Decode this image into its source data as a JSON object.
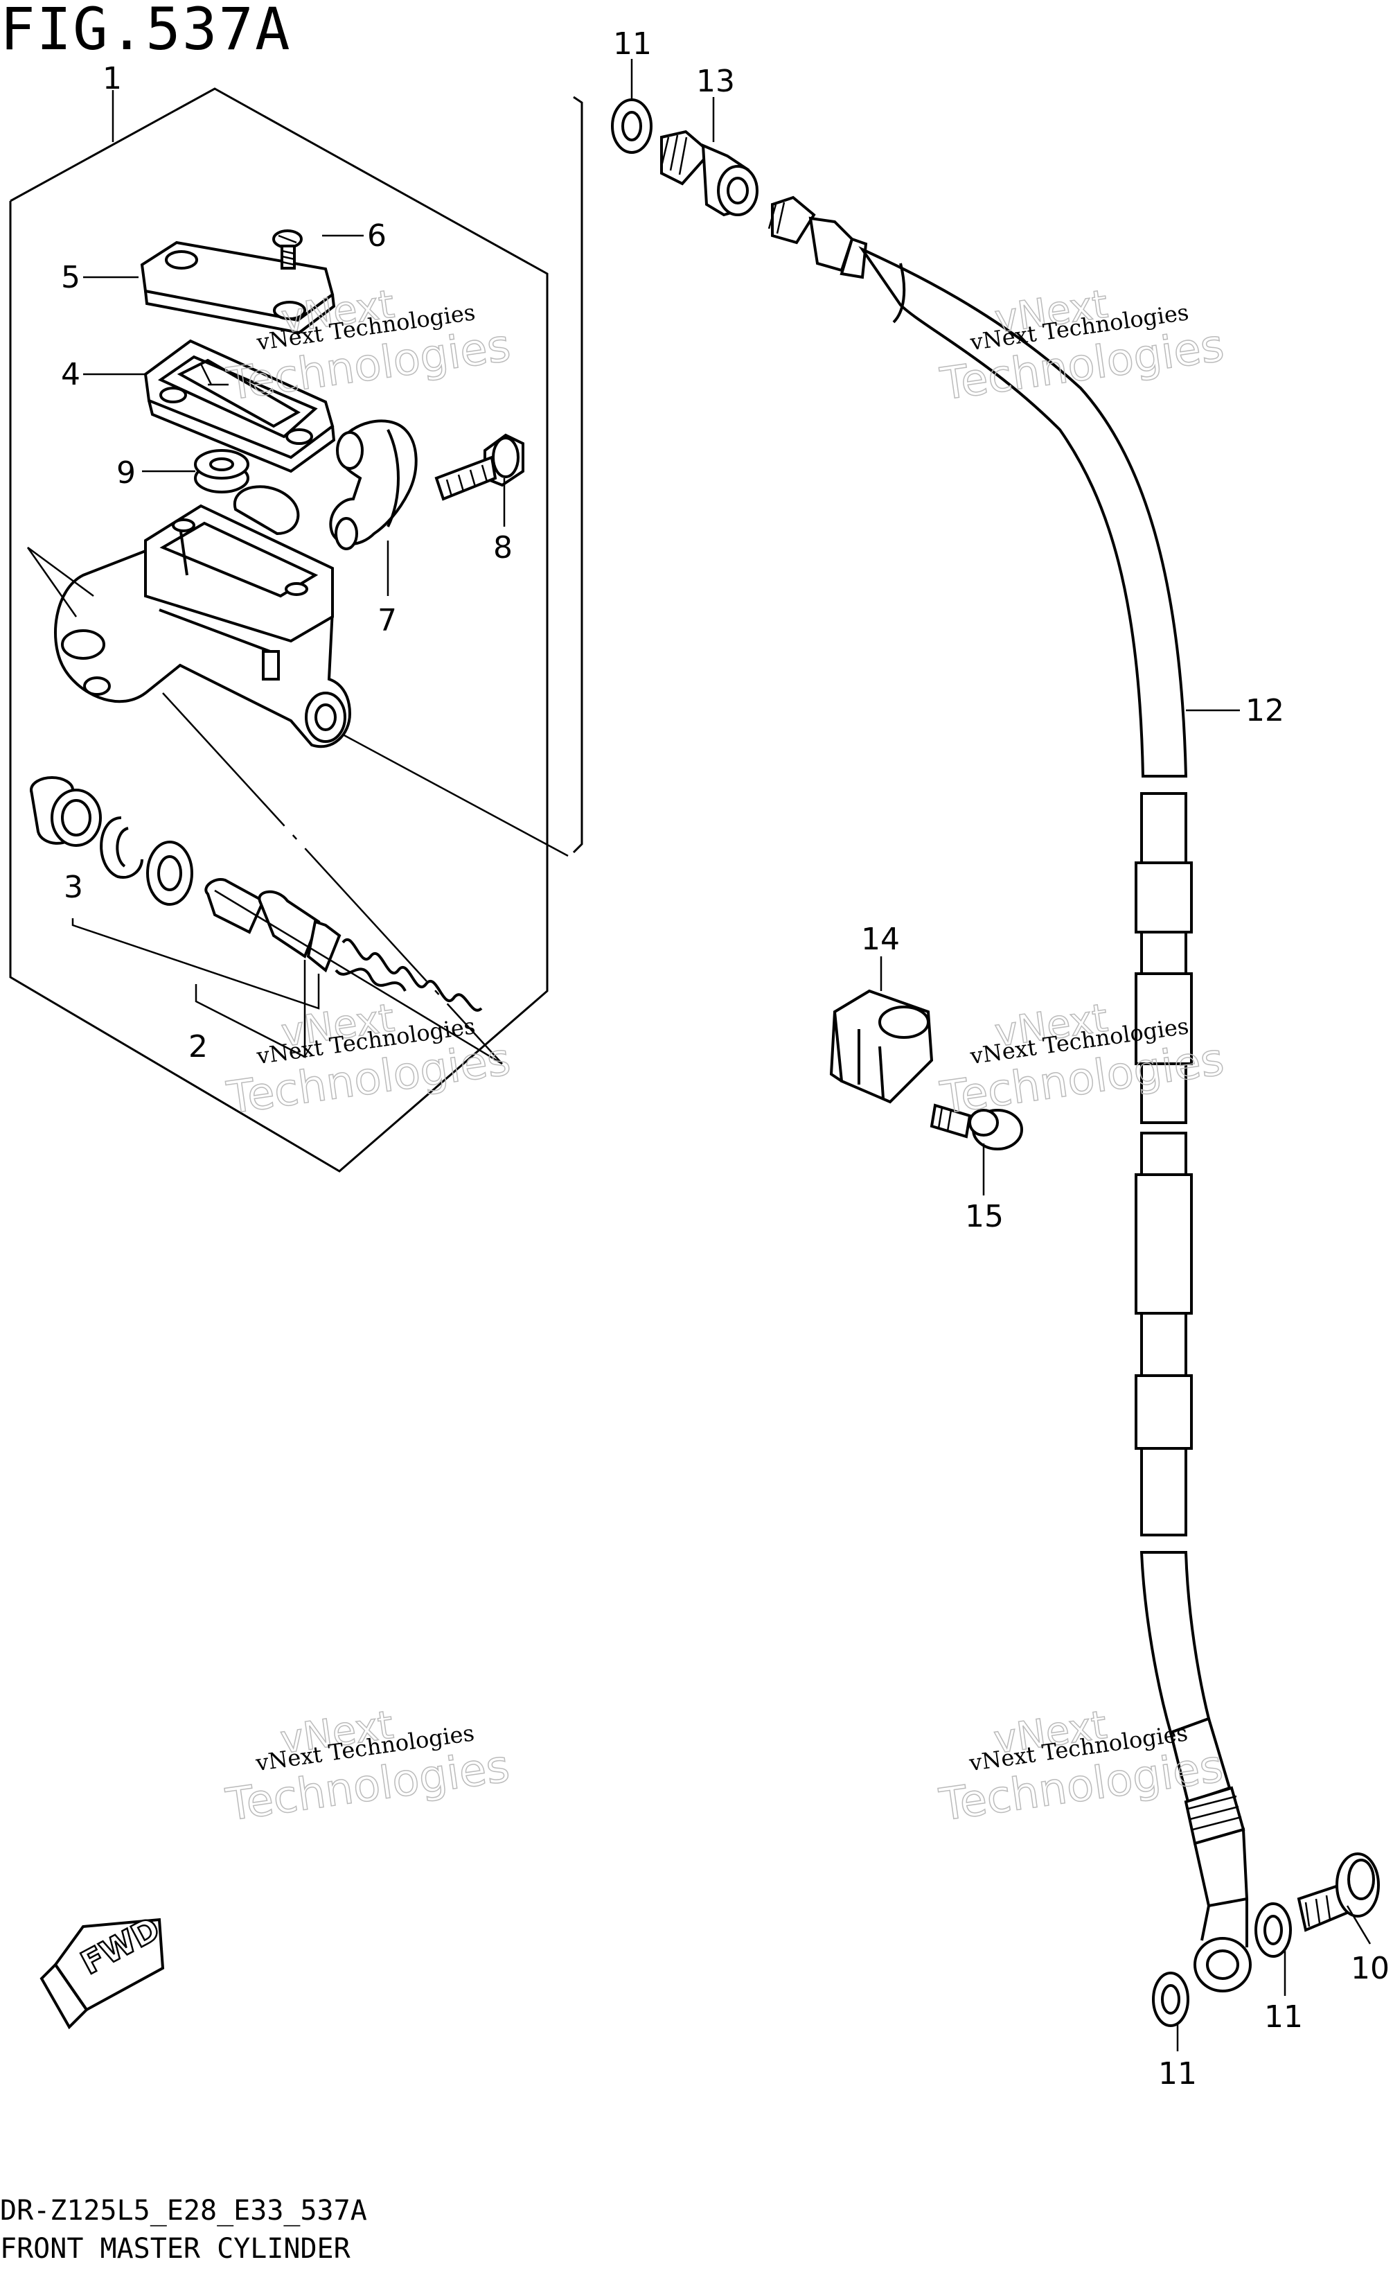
{
  "figure": {
    "title": "FIG.537A",
    "model_code": "DR-Z125L5_E28_E33_537A",
    "caption": "FRONT MASTER CYLINDER"
  },
  "direction_badge": "FWD",
  "watermark": {
    "line1": "vNext Technologies",
    "line2": "vNext",
    "line3": "Technologies"
  },
  "callouts": {
    "c1": "1",
    "c2": "2",
    "c3": "3",
    "c4": "4",
    "c5": "5",
    "c6": "6",
    "c7": "7",
    "c8": "8",
    "c9": "9",
    "c10": "10",
    "c11a": "11",
    "c11b": "11",
    "c11c": "11",
    "c12": "12",
    "c13": "13",
    "c14": "14",
    "c15": "15"
  }
}
